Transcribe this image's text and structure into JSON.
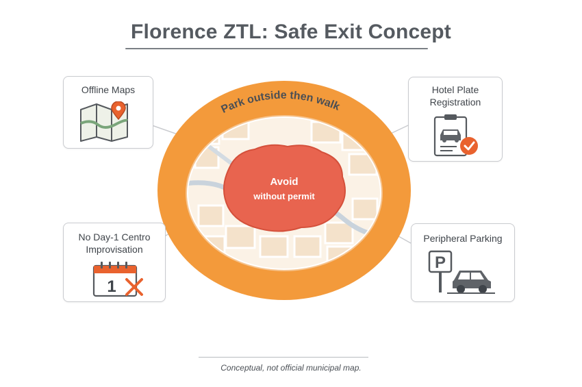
{
  "title": "Florence ZTL: Safe Exit Concept",
  "ring_label": "Park outside then walk",
  "core": {
    "line1": "Avoid",
    "line2": "without permit"
  },
  "cards": {
    "offline_maps": {
      "label": "Offline Maps",
      "icon": "map-pin-icon"
    },
    "hotel_plate": {
      "label_line1": "Hotel Plate",
      "label_line2": "Registration",
      "icon": "clipboard-car-check-icon"
    },
    "no_day1": {
      "label_line1": "No Day-1 Centro",
      "label_line2": "Improvisation",
      "icon": "calendar-cross-icon",
      "calendar_day": "1"
    },
    "peripheral_parking": {
      "label": "Peripheral Parking",
      "icon": "parking-sign-car-icon",
      "sign_letter": "P"
    }
  },
  "footnote": "Conceptual, not official municipal map.",
  "colors": {
    "ring": "#f39a3b",
    "core": "#e8644f",
    "accent": "#e9622e",
    "text": "#3f444a"
  }
}
